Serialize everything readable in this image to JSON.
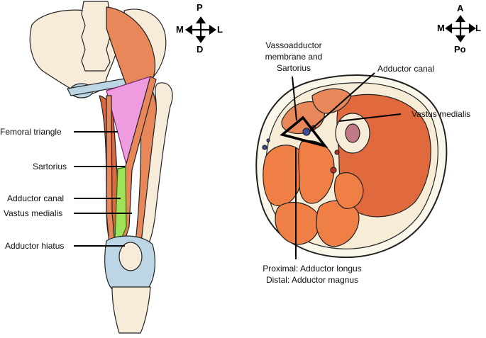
{
  "left_panel": {
    "compass": {
      "top": "P",
      "left": "M",
      "right": "L",
      "bottom": "D"
    },
    "labels": {
      "femoral_triangle": "Femoral triangle",
      "sartorius": "Sartorius",
      "adductor_canal": "Adductor canal",
      "vastus_medialis": "Vastus medialis",
      "adductor_hiatus": "Adductor hiatus"
    }
  },
  "right_panel": {
    "compass": {
      "top": "A",
      "left": "M",
      "right": "L",
      "bottom": "Po"
    },
    "labels": {
      "vasso_line1": "Vassoadductor",
      "vasso_line2": "membrane and",
      "vasso_line3": "Sartorius",
      "adductor_canal": "Adductor canal",
      "vastus_medialis": "Vastus medialis",
      "proximal": "Proximal: Adductor longus",
      "distal": "Distal: Adductor magnus"
    }
  },
  "colors": {
    "muscle": "#e8885a",
    "muscle_dark": "#c95a3a",
    "bone": "#f6ecd9",
    "ligament": "#bcd6e6",
    "femoral_triangle": "#ef9be0",
    "adductor_canal": "#9ee25a"
  }
}
